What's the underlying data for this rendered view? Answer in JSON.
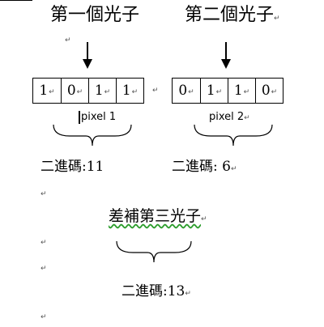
{
  "photons": {
    "first_title": "第一個光子",
    "second_title": "第二個光子",
    "third_title": "差補第三光子"
  },
  "bits": {
    "pixel1": [
      "1",
      "0",
      "1",
      "1"
    ],
    "pixel2": [
      "0",
      "1",
      "1",
      "0"
    ]
  },
  "labels": {
    "pixel1": "pixel 1",
    "pixel2": "pixel 2"
  },
  "codes": {
    "pixel1": "二進碼:11",
    "pixel2": "二進碼: 6",
    "interpolated": "二進碼:13"
  },
  "marks": {
    "paragraph": "↵"
  }
}
